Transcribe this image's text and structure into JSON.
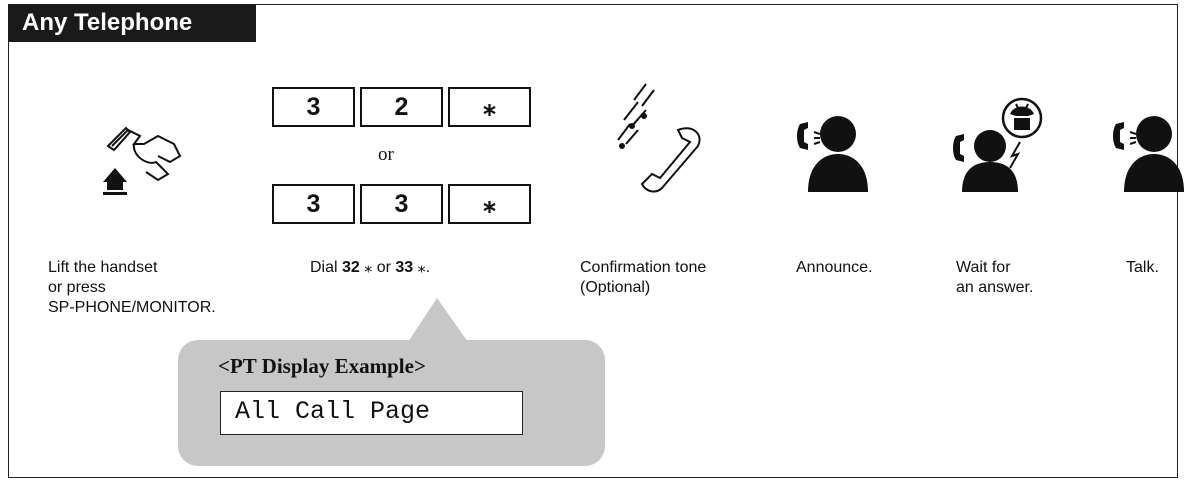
{
  "header": {
    "title": "Any Telephone"
  },
  "keys": {
    "row1": [
      "3",
      "2",
      "⁎"
    ],
    "row2": [
      "3",
      "3",
      "⁎"
    ],
    "or": "or"
  },
  "steps": [
    {
      "caption": [
        "Lift the handset",
        "or press",
        "SP-PHONE/MONITOR."
      ]
    },
    {
      "dial_prefix": "Dial ",
      "code1": "32",
      "star1": " ⁎ ",
      "or": "or ",
      "code2": "33",
      "star2": " ⁎."
    },
    {
      "caption": [
        "Confirmation tone",
        "(Optional)"
      ]
    },
    {
      "caption": [
        "Announce."
      ]
    },
    {
      "caption": [
        "Wait for",
        "an answer."
      ]
    },
    {
      "caption": [
        "Talk."
      ]
    }
  ],
  "callout": {
    "title": "<PT Display Example>",
    "display_text": "All Call Page"
  },
  "icons": [
    "handset-lift-icon",
    "ringing-handset-icon",
    "announce-icon",
    "wait-answer-icon",
    "talk-icon"
  ]
}
